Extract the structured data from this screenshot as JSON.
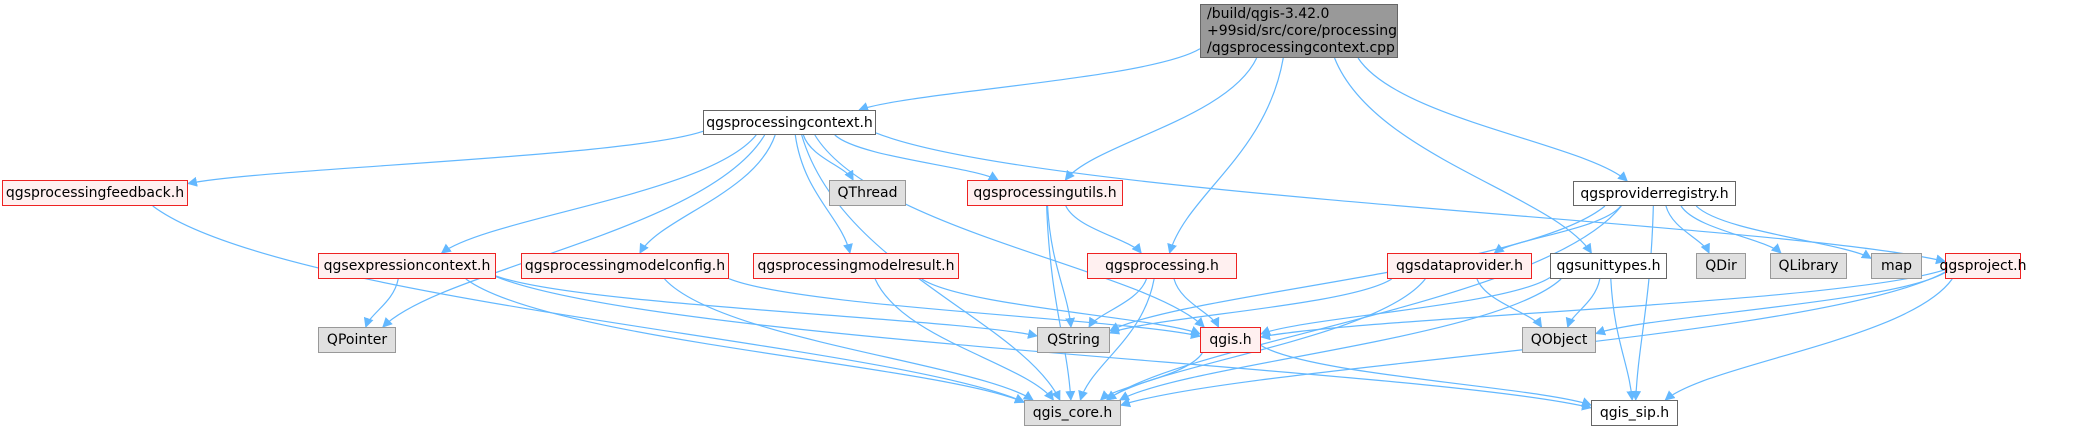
{
  "diagram": {
    "type": "include-dependency-graph",
    "edge_color": "#63b8ff",
    "root": {
      "id": "root",
      "lines": [
        "/build/qgis-3.42.0",
        "+99sid/src/core/processing",
        "/qgsprocessingcontext.cpp"
      ],
      "style": "root"
    },
    "nodes": [
      {
        "id": "ctx",
        "label": "qgsprocessingcontext.h",
        "style": "plain"
      },
      {
        "id": "feedback",
        "label": "qgsprocessingfeedback.h",
        "style": "red"
      },
      {
        "id": "qthread",
        "label": "QThread",
        "style": "grey"
      },
      {
        "id": "utils",
        "label": "qgsprocessingutils.h",
        "style": "red"
      },
      {
        "id": "registry",
        "label": "qgsproviderregistry.h",
        "style": "plain"
      },
      {
        "id": "exprctx",
        "label": "qgsexpressioncontext.h",
        "style": "red"
      },
      {
        "id": "modelconfig",
        "label": "qgsprocessingmodelconfig.h",
        "style": "red"
      },
      {
        "id": "modelresult",
        "label": "qgsprocessingmodelresult.h",
        "style": "red"
      },
      {
        "id": "processing",
        "label": "qgsprocessing.h",
        "style": "red"
      },
      {
        "id": "dataprovider",
        "label": "qgsdataprovider.h",
        "style": "red"
      },
      {
        "id": "unittypes",
        "label": "qgsunittypes.h",
        "style": "plain"
      },
      {
        "id": "qdir",
        "label": "QDir",
        "style": "grey"
      },
      {
        "id": "qlibrary",
        "label": "QLibrary",
        "style": "grey"
      },
      {
        "id": "map",
        "label": "map",
        "style": "grey"
      },
      {
        "id": "project",
        "label": "qgsproject.h",
        "style": "red"
      },
      {
        "id": "qpointer",
        "label": "QPointer",
        "style": "grey"
      },
      {
        "id": "qstring",
        "label": "QString",
        "style": "grey"
      },
      {
        "id": "qgis",
        "label": "qgis.h",
        "style": "red"
      },
      {
        "id": "qobject",
        "label": "QObject",
        "style": "grey"
      },
      {
        "id": "core",
        "label": "qgis_core.h",
        "style": "grey"
      },
      {
        "id": "sip",
        "label": "qgis_sip.h",
        "style": "plain"
      }
    ],
    "edges": [
      [
        "root",
        "ctx"
      ],
      [
        "root",
        "utils"
      ],
      [
        "root",
        "processing"
      ],
      [
        "root",
        "unittypes"
      ],
      [
        "root",
        "registry"
      ],
      [
        "ctx",
        "feedback"
      ],
      [
        "ctx",
        "qthread"
      ],
      [
        "ctx",
        "utils"
      ],
      [
        "ctx",
        "exprctx"
      ],
      [
        "ctx",
        "modelconfig"
      ],
      [
        "ctx",
        "modelresult"
      ],
      [
        "ctx",
        "qpointer"
      ],
      [
        "ctx",
        "core"
      ],
      [
        "ctx",
        "qgis"
      ],
      [
        "ctx",
        "project"
      ],
      [
        "feedback",
        "core"
      ],
      [
        "utils",
        "processing"
      ],
      [
        "utils",
        "qstring"
      ],
      [
        "utils",
        "core"
      ],
      [
        "exprctx",
        "qpointer"
      ],
      [
        "exprctx",
        "qstring"
      ],
      [
        "exprctx",
        "core"
      ],
      [
        "exprctx",
        "sip"
      ],
      [
        "modelconfig",
        "qgis"
      ],
      [
        "modelconfig",
        "core"
      ],
      [
        "modelresult",
        "qgis"
      ],
      [
        "modelresult",
        "core"
      ],
      [
        "processing",
        "qstring"
      ],
      [
        "processing",
        "qgis"
      ],
      [
        "processing",
        "core"
      ],
      [
        "registry",
        "dataprovider"
      ],
      [
        "registry",
        "qdir"
      ],
      [
        "registry",
        "qlibrary"
      ],
      [
        "registry",
        "map"
      ],
      [
        "registry",
        "qstring"
      ],
      [
        "registry",
        "core"
      ],
      [
        "registry",
        "sip"
      ],
      [
        "dataprovider",
        "qstring"
      ],
      [
        "dataprovider",
        "qobject"
      ],
      [
        "dataprovider",
        "core"
      ],
      [
        "unittypes",
        "qgis"
      ],
      [
        "unittypes",
        "qobject"
      ],
      [
        "unittypes",
        "core"
      ],
      [
        "unittypes",
        "sip"
      ],
      [
        "project",
        "qgis"
      ],
      [
        "project",
        "qobject"
      ],
      [
        "project",
        "core"
      ],
      [
        "project",
        "sip"
      ],
      [
        "qgis",
        "core"
      ],
      [
        "qgis",
        "sip"
      ]
    ]
  }
}
